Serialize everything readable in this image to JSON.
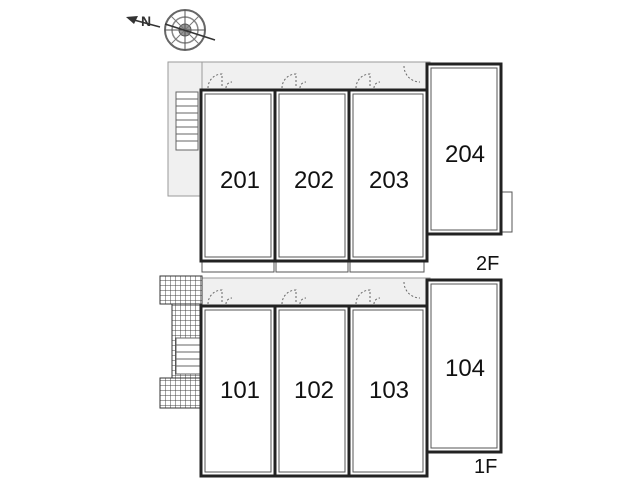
{
  "compass": {
    "north_label": "N",
    "icon": "compass-rose-icon"
  },
  "floors": [
    {
      "label": "2F",
      "rooms": [
        "201",
        "202",
        "203",
        "204"
      ]
    },
    {
      "label": "1F",
      "rooms": [
        "101",
        "102",
        "103",
        "104"
      ]
    }
  ],
  "colors": {
    "wall": "#222222",
    "corridor": "#f0f0f0",
    "corridor_edge": "#9a9a9a",
    "stair_grid": "#444444"
  }
}
